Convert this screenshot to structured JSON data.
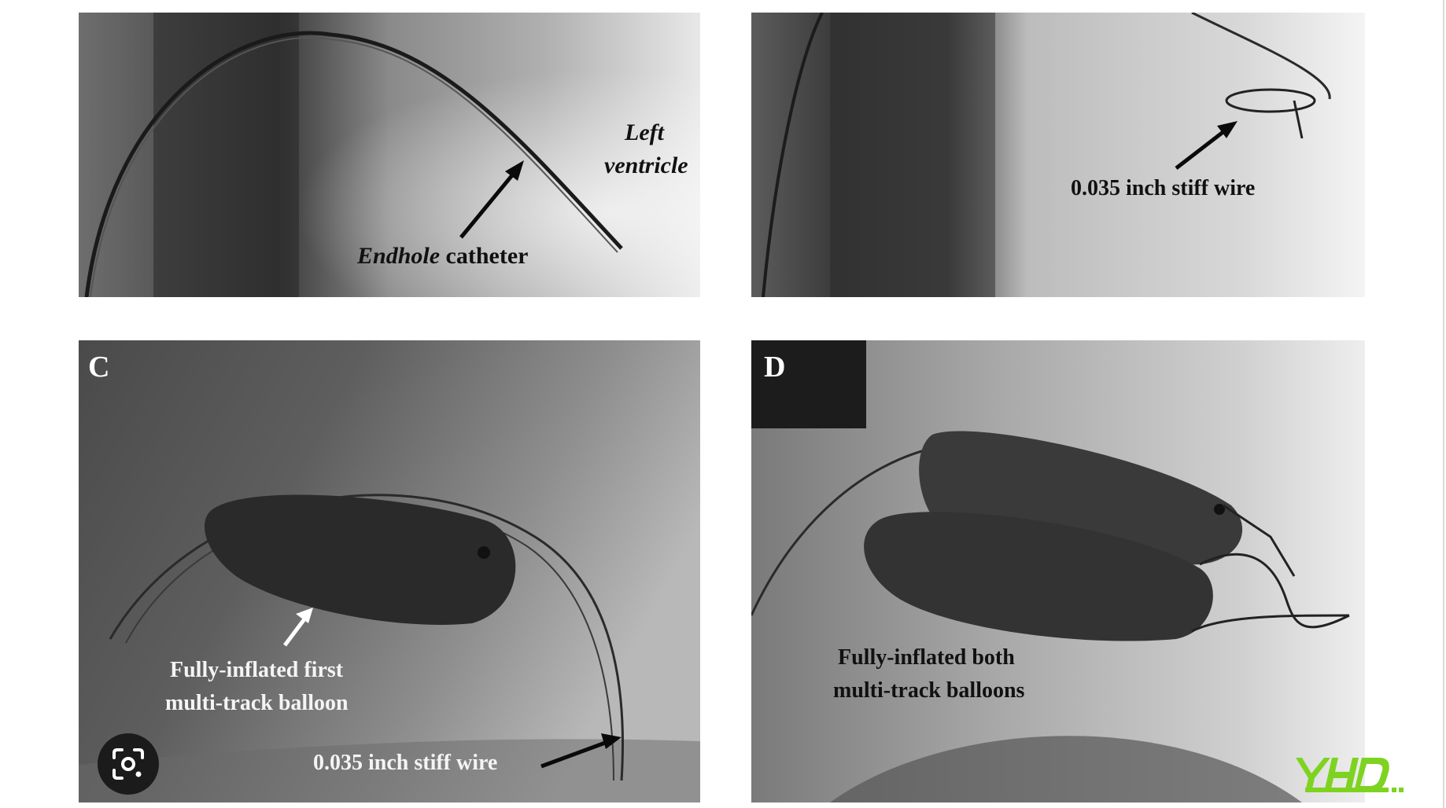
{
  "panels": {
    "a": {
      "label_left": "Left",
      "label_ventricle": "ventricle",
      "label_endhole": "Endhole",
      "label_catheter": "catheter"
    },
    "b": {
      "label_wire": "0.035 inch stiff wire"
    },
    "c": {
      "letter": "C",
      "label_balloon_line1": "Fully-inflated first",
      "label_balloon_line2": "multi-track balloon",
      "label_wire": "0.035 inch stiff wire"
    },
    "d": {
      "letter": "D",
      "label_balloons_line1": "Fully-inflated both",
      "label_balloons_line2": "multi-track balloons"
    }
  },
  "watermark": {
    "text": "YHD",
    "color": "#7ed321"
  },
  "icons": {
    "lens": "google-lens-icon"
  }
}
